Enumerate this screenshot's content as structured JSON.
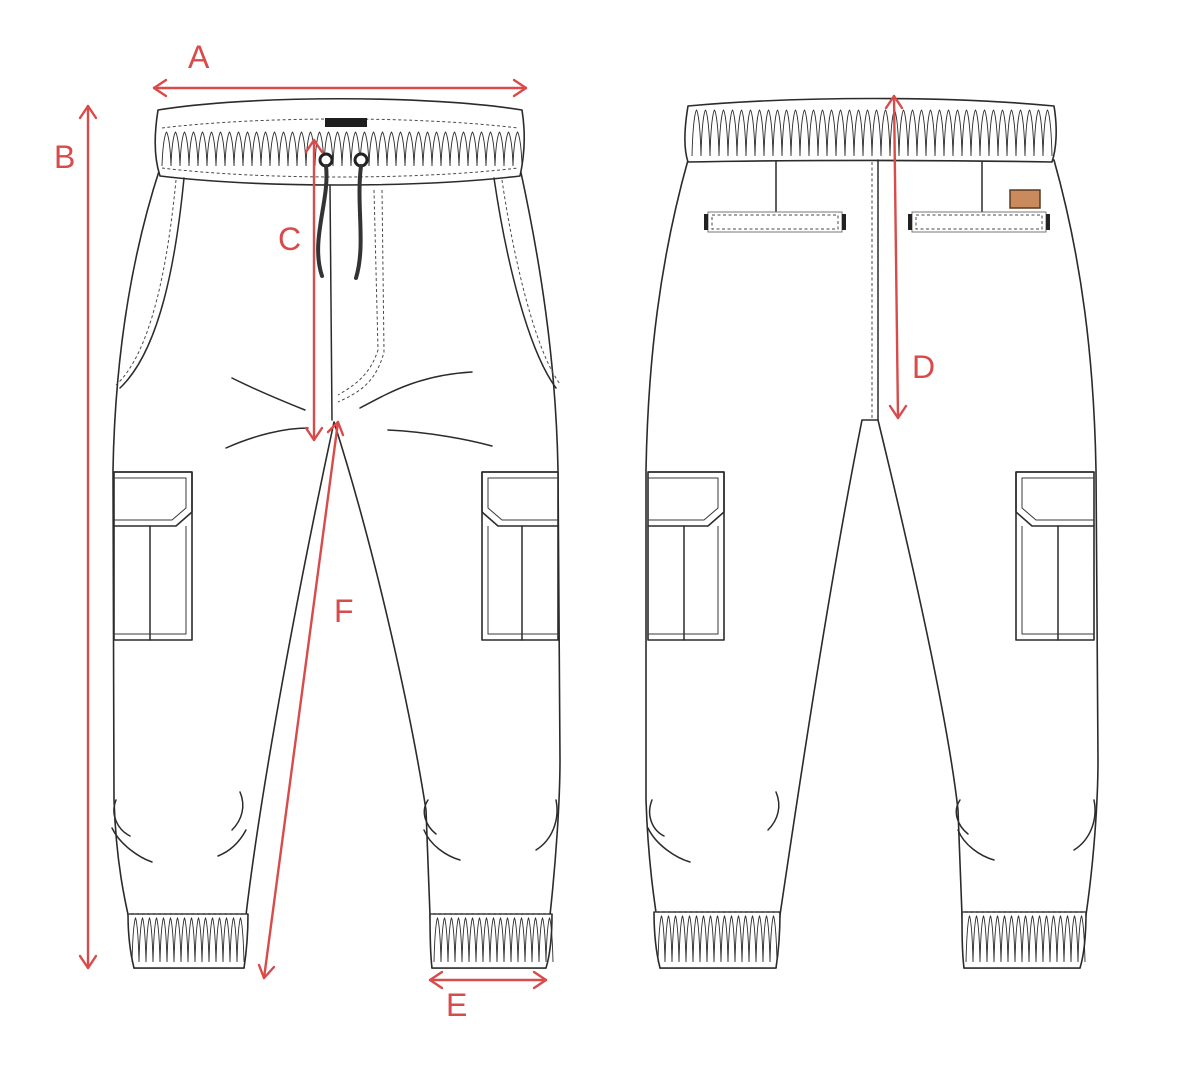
{
  "colors": {
    "dimension": "#d94a4a",
    "outline": "#2b2b2b",
    "label_patch": "#c98a5e"
  },
  "labels": {
    "A": "A",
    "B": "B",
    "C": "C",
    "D": "D",
    "E": "E",
    "F": "F"
  }
}
